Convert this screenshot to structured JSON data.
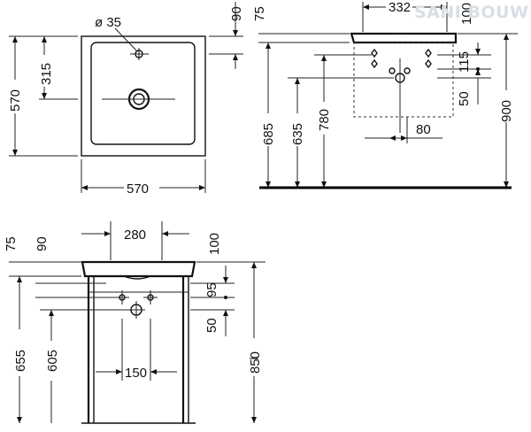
{
  "drawing_top": {
    "hole_diameter": "ø 35",
    "width_bottom": "570",
    "height_left": "570",
    "tap_offset": "315",
    "top_margin": "90"
  },
  "drawing_side": {
    "top_width": "332",
    "rim": "75",
    "depth": "100",
    "h1": "685",
    "h2": "635",
    "h3": "780",
    "total": "900",
    "spacing_115": "115",
    "spacing_50": "50",
    "offset_80": "80"
  },
  "drawing_front": {
    "width_280": "280",
    "rim": "75",
    "top": "90",
    "depth": "100",
    "spacing_95": "95",
    "spacing_50": "50",
    "h_655": "655",
    "h_605": "605",
    "h_850": "850",
    "width_150": "150"
  },
  "brand": {
    "watermark": "SANI BOUW"
  }
}
